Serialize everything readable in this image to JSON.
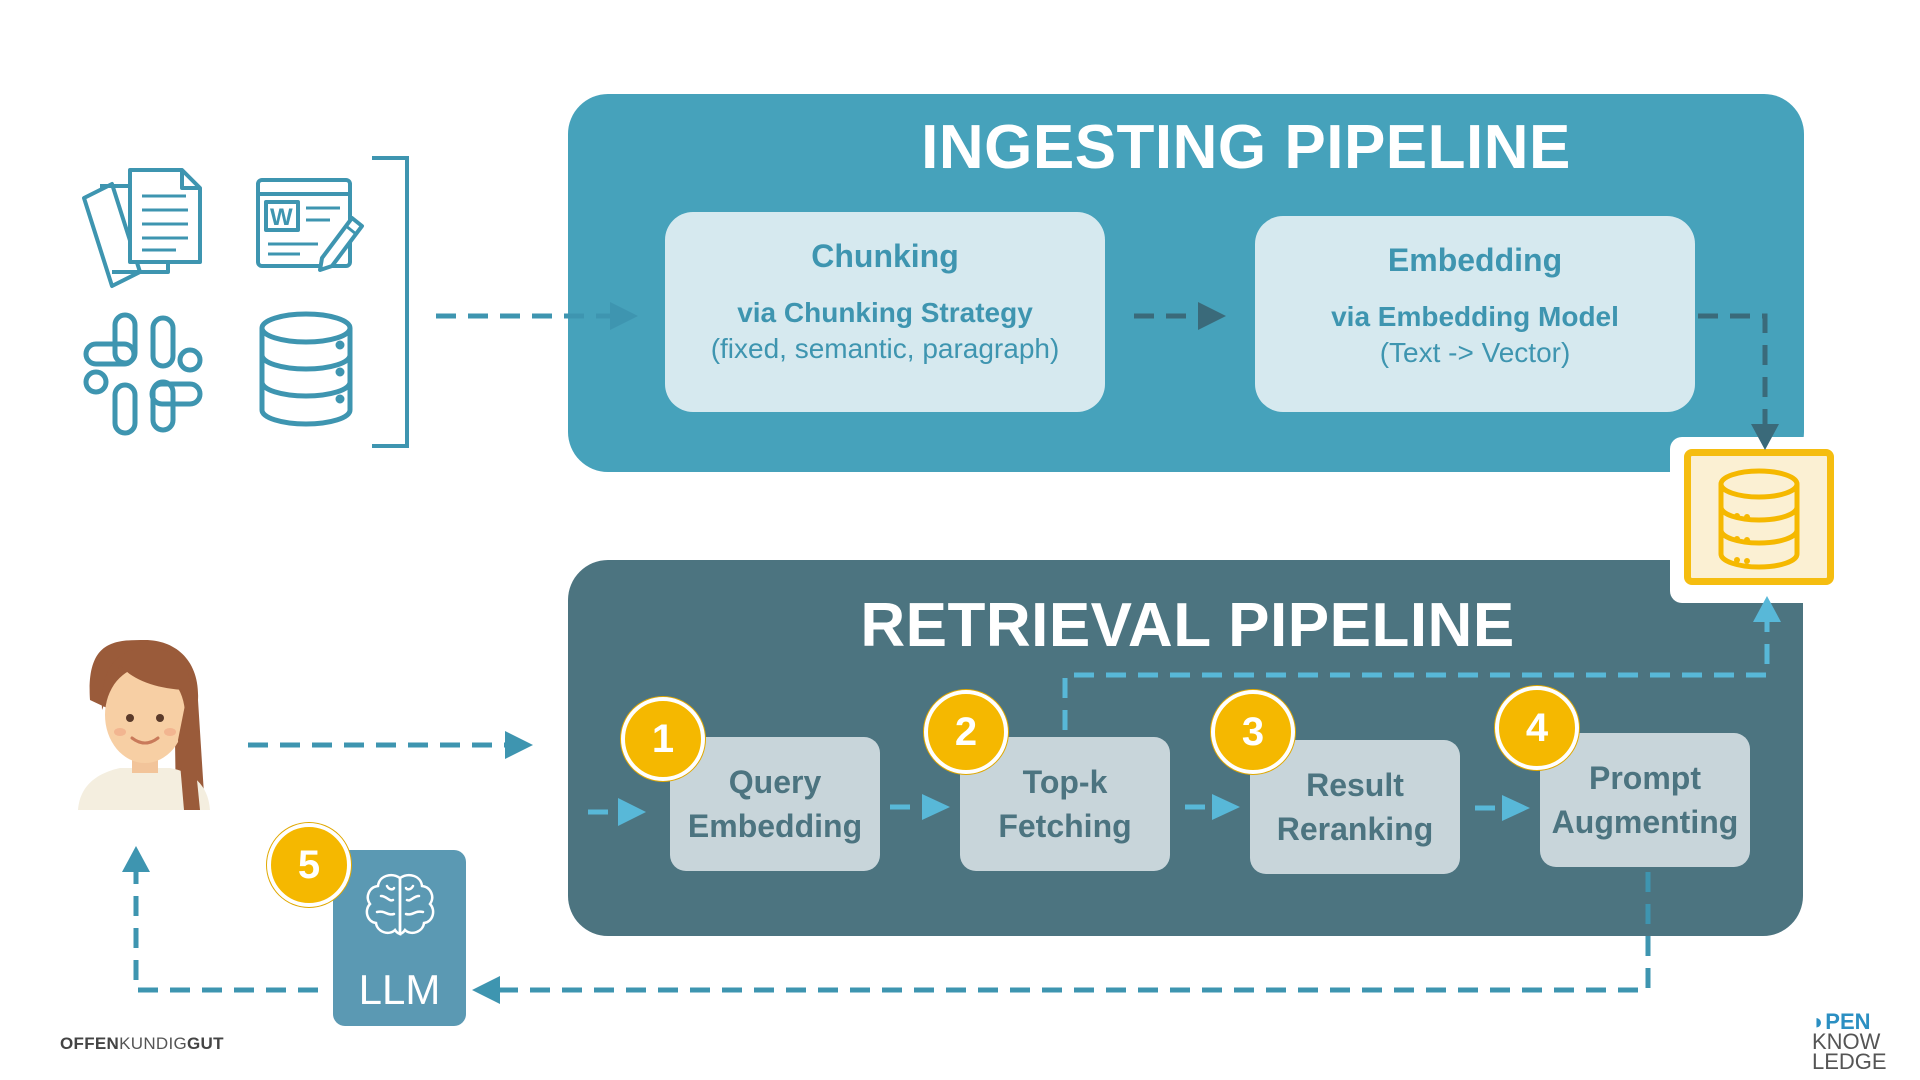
{
  "ingesting": {
    "title": "INGESTING PIPELINE",
    "chunking": {
      "head": "Chunking",
      "sub1": "via Chunking Strategy",
      "sub2": "(fixed, semantic, paragraph)"
    },
    "embedding": {
      "head": "Embedding",
      "sub1": "via Embedding Model",
      "sub2": "(Text -> Vector)"
    }
  },
  "retrieval": {
    "title": "RETRIEVAL PIPELINE",
    "steps": [
      {
        "num": "1",
        "line1": "Query",
        "line2": "Embedding"
      },
      {
        "num": "2",
        "line1": "Top-k",
        "line2": "Fetching"
      },
      {
        "num": "3",
        "line1": "Result",
        "line2": "Reranking"
      },
      {
        "num": "4",
        "line1": "Prompt",
        "line2": "Augmenting"
      }
    ]
  },
  "llm": {
    "num": "5",
    "label": "LLM"
  },
  "sources": [
    "documents-icon",
    "word-document-icon",
    "slack-icon",
    "database-icon"
  ],
  "footer": {
    "left_bold1": "OFFEN",
    "left_light": "KUNDIG",
    "left_bold2": "GUT",
    "right_line1": "PEN",
    "right_line2": "KNOW",
    "right_line3": "LEDGE"
  },
  "colors": {
    "ingest_panel": "#46a2bb",
    "retrieval_panel": "#4c7480",
    "badge": "#f5b800",
    "arrow": "#3e95b0",
    "llm_box": "#5b99b3"
  }
}
